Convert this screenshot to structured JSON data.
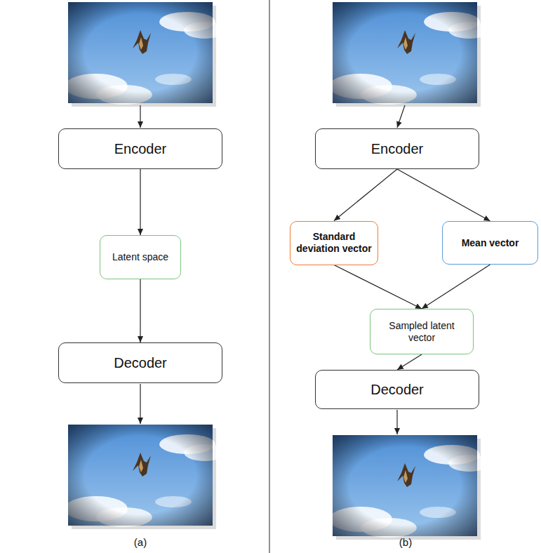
{
  "diagram": {
    "nodes": [
      {
        "text": [
          "Encoder"
        ]
      },
      {
        "text": [
          "Latent space"
        ]
      },
      {
        "text": [
          "Decoder"
        ]
      },
      {
        "text": [
          "Encoder"
        ]
      },
      {
        "text": [
          "Standard deviation vector"
        ]
      },
      {
        "text": [
          "Mean vector"
        ]
      },
      {
        "text": [
          "Sampled latent vector"
        ]
      },
      {
        "text": [
          "Decoder"
        ]
      }
    ],
    "edges": [
      {
        "from": 0,
        "to": 1,
        "arrow": "to"
      },
      {
        "from": 1,
        "to": 2,
        "arrow": "to"
      },
      {
        "from": 3,
        "to": 4,
        "arrow": "to"
      },
      {
        "from": 3,
        "to": 5,
        "arrow": "to"
      },
      {
        "from": 4,
        "to": 6,
        "arrow": "to"
      },
      {
        "from": 5,
        "to": 6,
        "arrow": "to"
      },
      {
        "from": 6,
        "to": 7,
        "arrow": "to"
      }
    ],
    "labels": [
      "(a)",
      "(b)"
    ]
  }
}
